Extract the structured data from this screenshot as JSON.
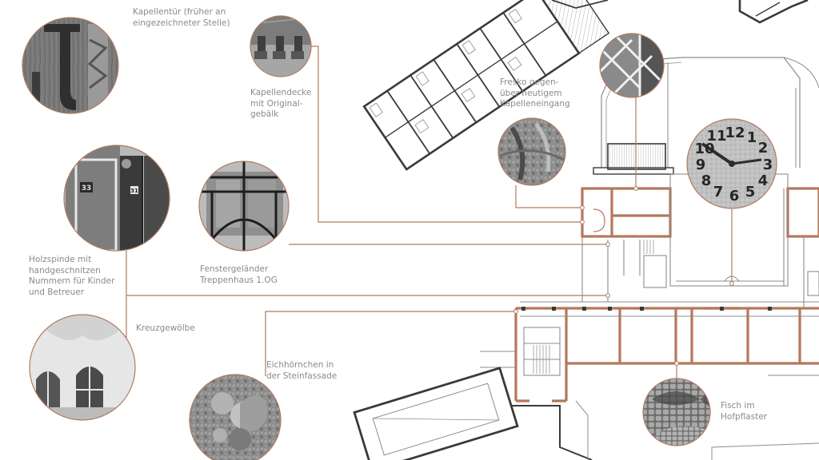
{
  "colors": {
    "background": "#ffffff",
    "accent_leader": "#b07a60",
    "accent_highlight_walls": "#b5775b",
    "plan_walls": "#3a3a3a",
    "plan_thin": "#8c8c8c",
    "label_text": "#8a8a8a"
  },
  "annotations": [
    {
      "id": "kapellentuer",
      "label": "Kapellentür (früher an\neingezeichneter Stelle)"
    },
    {
      "id": "kapellendecke",
      "label": "Kapellendecke\nmit Original-\ngebälk"
    },
    {
      "id": "fresko",
      "label": "Fresko gegen-\nüber heutigem\nKapelleneingang"
    },
    {
      "id": "uhr",
      "label": ""
    },
    {
      "id": "holzspinde",
      "label": "Holzspinde mit\nhandgeschnitzen\nNummern für Kinder\nund Betreuer"
    },
    {
      "id": "fenstergelaender",
      "label": "Fenstergeländer\nTreppenhaus 1.OG"
    },
    {
      "id": "kreuzgewoelbe",
      "label": "Kreuzgewölbe"
    },
    {
      "id": "eichhoernchen",
      "label": "Eichhörnchen in\nder Steinfassade"
    },
    {
      "id": "fisch",
      "label": "Fisch im\nHofpflaster"
    }
  ],
  "photo_markings": {
    "locker_numbers": [
      "33",
      "31"
    ],
    "clock_numerals": [
      "11",
      "12",
      "1",
      "2",
      "3",
      "4",
      "5",
      "6",
      "7",
      "8",
      "9",
      "10"
    ]
  }
}
